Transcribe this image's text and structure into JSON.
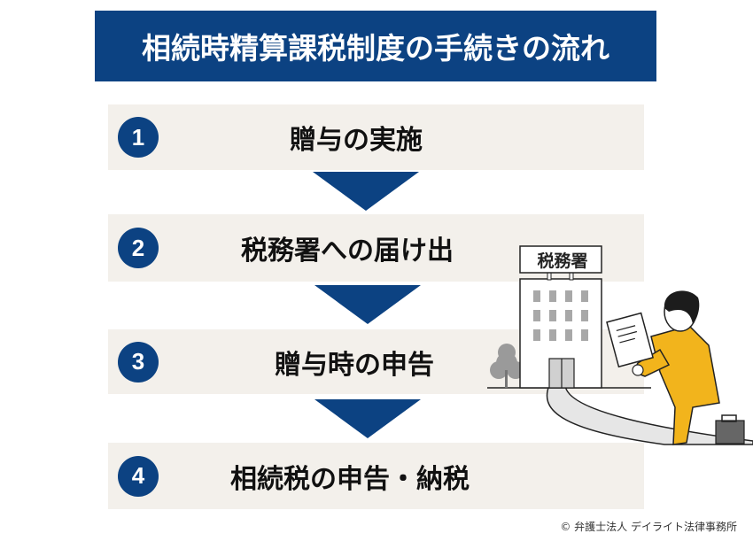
{
  "header": {
    "title": "相続時精算課税制度の手続きの流れ"
  },
  "steps": [
    {
      "number": "1",
      "label": "贈与の実施"
    },
    {
      "number": "2",
      "label": "税務署への届け出"
    },
    {
      "number": "3",
      "label": "贈与時の申告"
    },
    {
      "number": "4",
      "label": "相続税の申告・納税"
    }
  ],
  "illustration": {
    "building_sign": "税務署",
    "description": "person-with-document-walking-to-tax-office"
  },
  "footer": {
    "copyright": "© 弁護士法人 デイライト法律事務所"
  },
  "colors": {
    "navy": "#0c4282",
    "step_background": "#f3f0eb",
    "suit_yellow": "#f2b41c"
  }
}
